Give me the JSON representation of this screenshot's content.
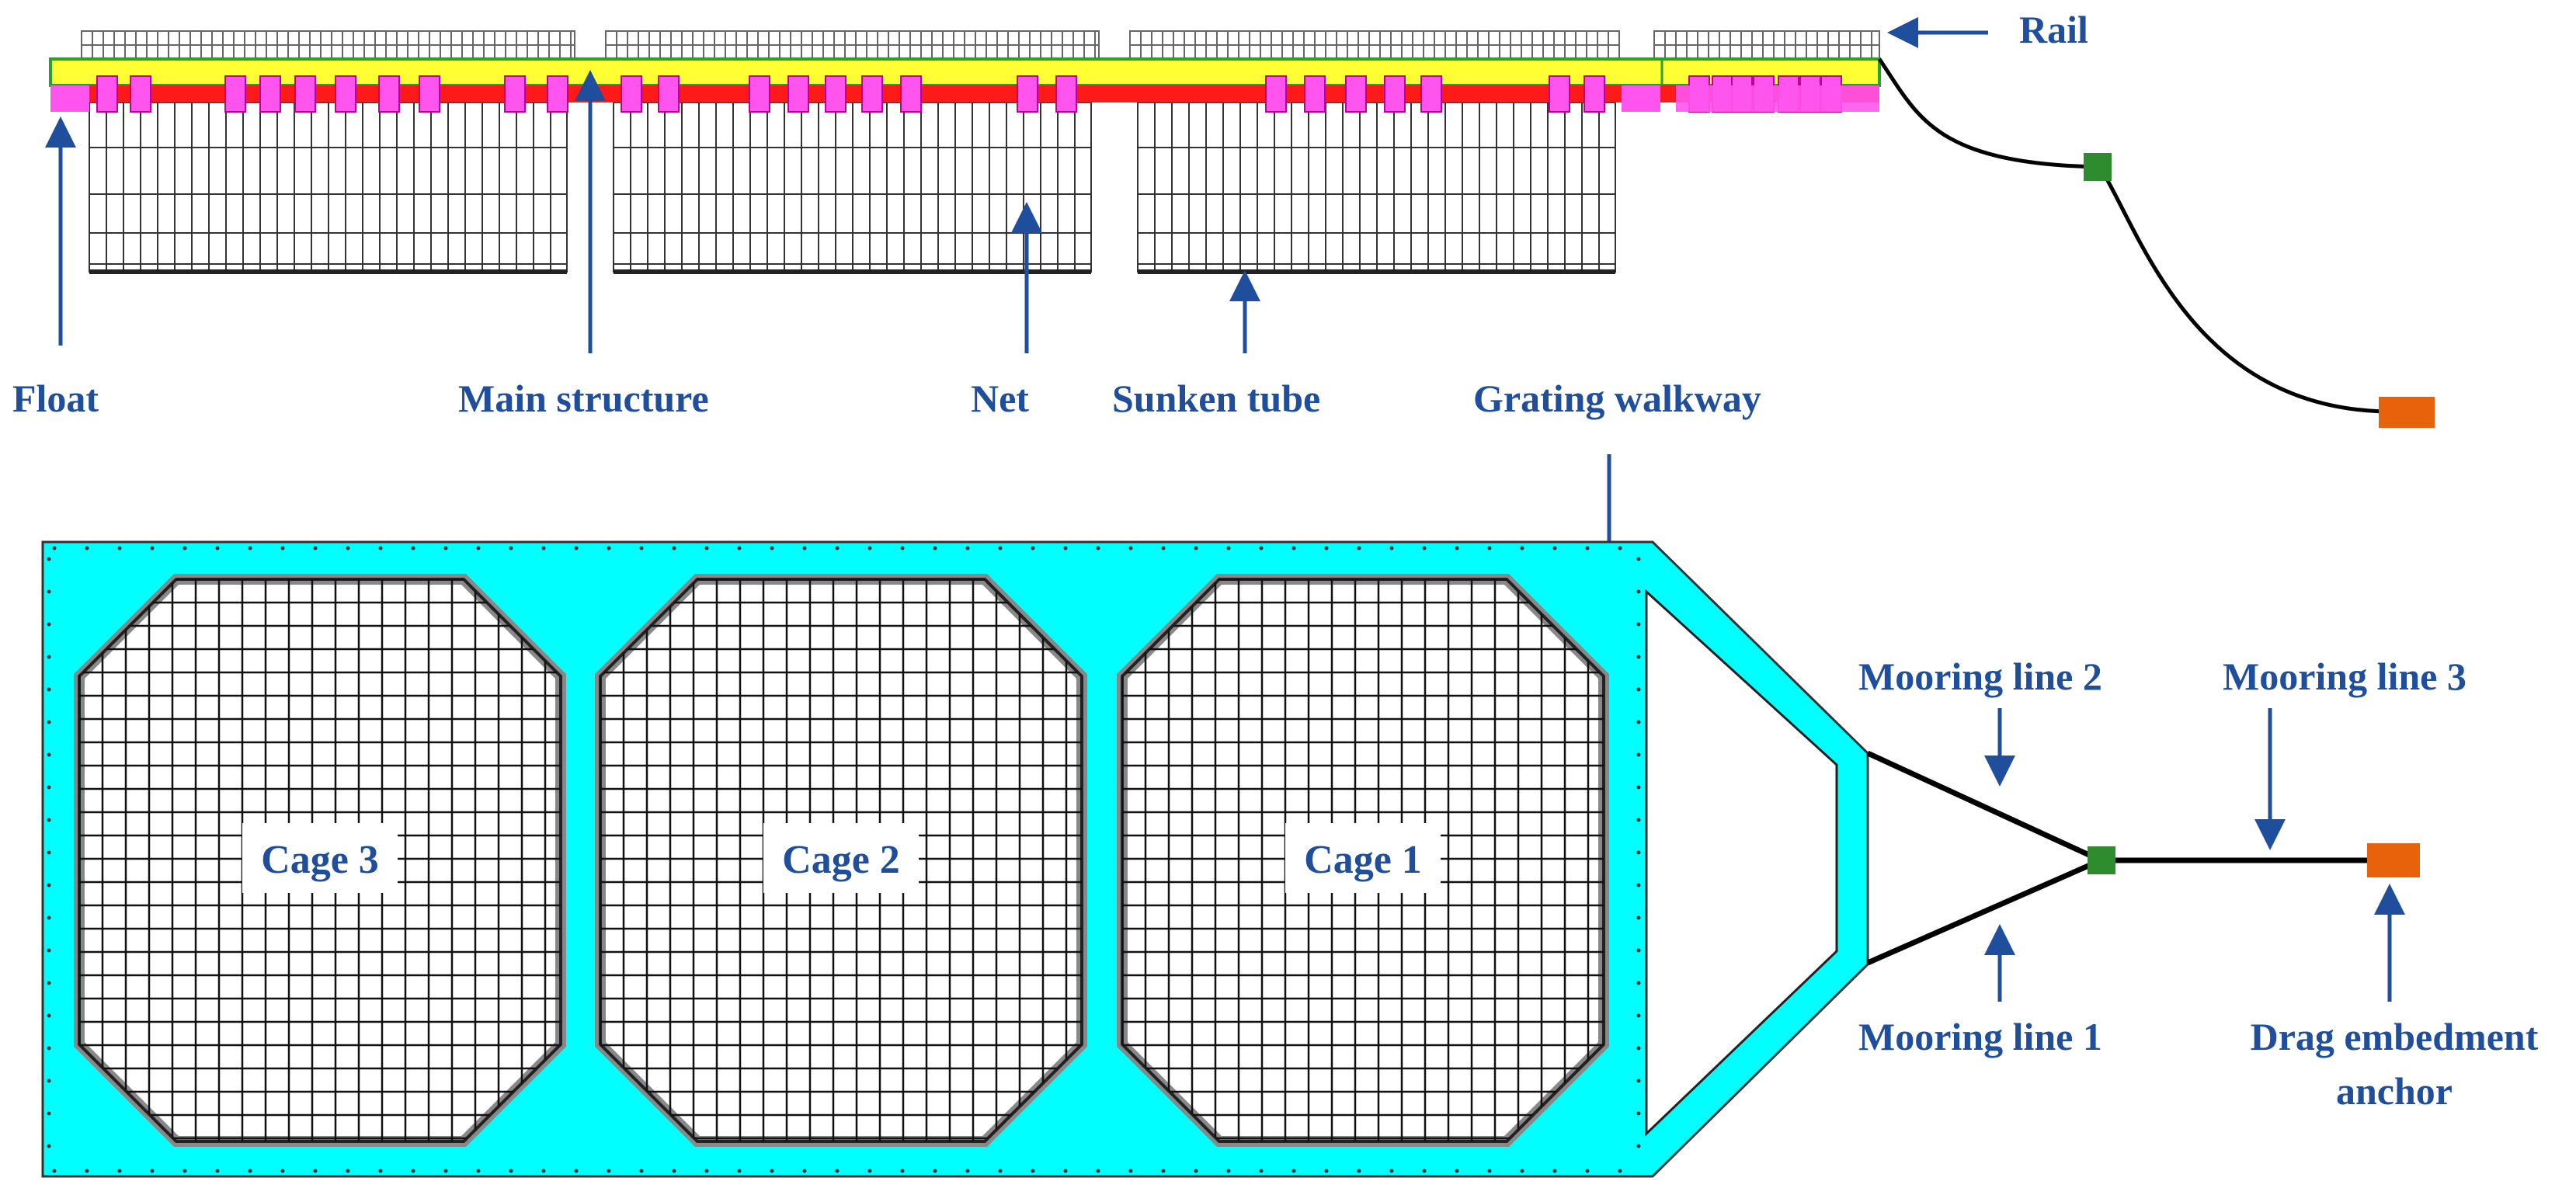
{
  "labels": {
    "rail": "Rail",
    "float": "Float",
    "main_structure": "Main structure",
    "net": "Net",
    "sunken_tube": "Sunken tube",
    "grating_walkway": "Grating walkway",
    "mooring_line_1": "Mooring line 1",
    "mooring_line_2": "Mooring line 2",
    "mooring_line_3": "Mooring line 3",
    "anchor_line_1": "Drag embedment",
    "anchor_line_2": "anchor"
  },
  "cages": [
    {
      "label": "Cage 3"
    },
    {
      "label": "Cage 2"
    },
    {
      "label": "Cage 1"
    }
  ],
  "colors": {
    "label": "#1f4e9c",
    "walkway": "#00ffff",
    "main_structure": "#ffff33",
    "float_band": "#ff1a1a",
    "float_block": "#ff55ee",
    "rail_line": "#2aa02a",
    "mooring_connector": "#2e8b2e",
    "anchor": "#e8620c"
  }
}
